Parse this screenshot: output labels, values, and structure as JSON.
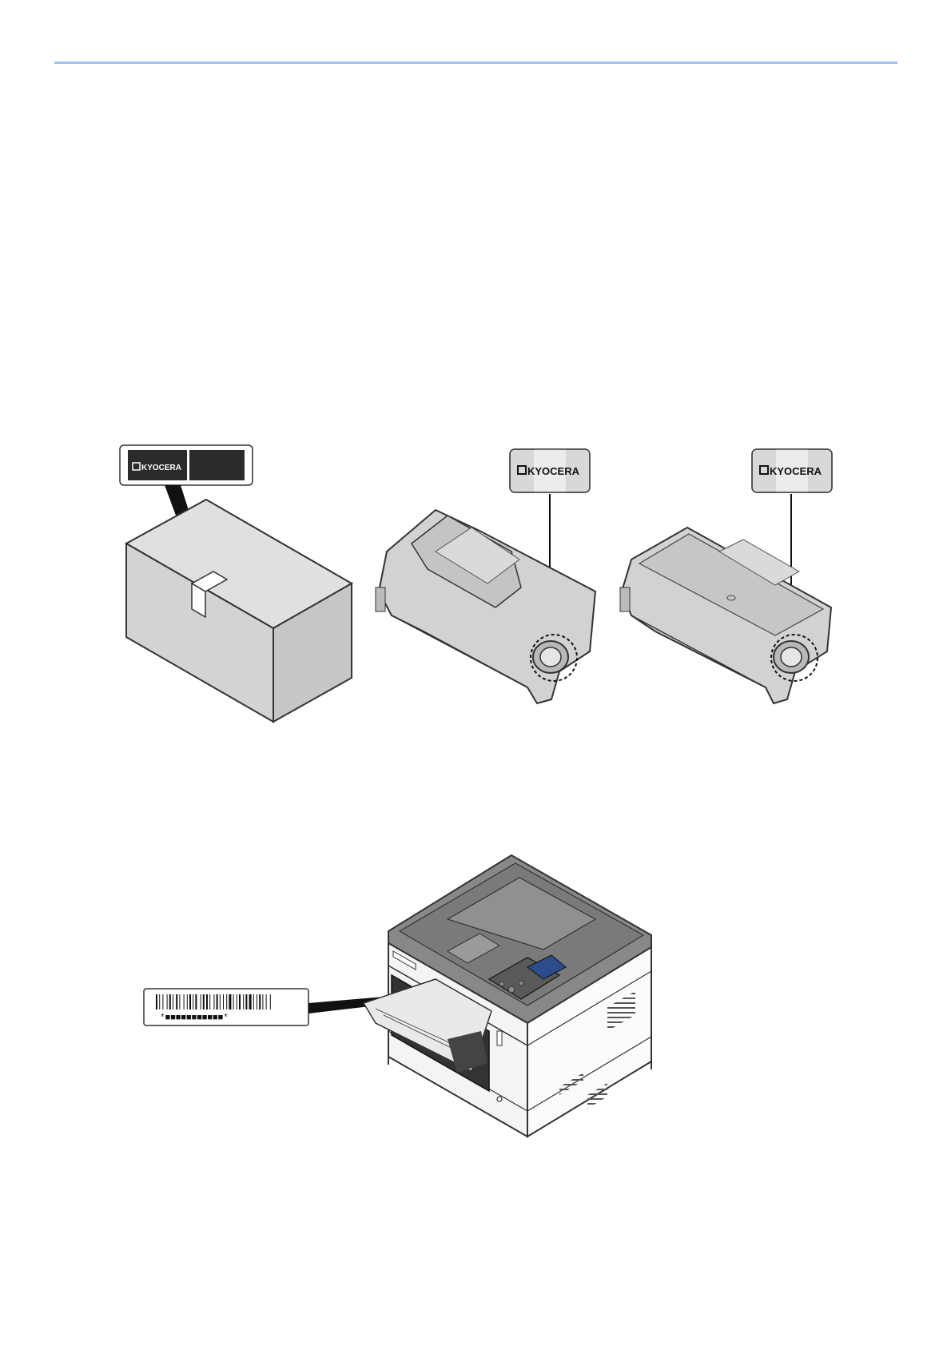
{
  "page": {
    "accent_color": "#9fc1ea"
  },
  "figures": {
    "toner_box": {
      "seal_logo_text": "KYOCERA"
    },
    "toner_cartridge_1": {
      "label_logo_text": "KYOCERA"
    },
    "toner_cartridge_2": {
      "label_logo_text": "KYOCERA"
    },
    "printer": {
      "barcode_text": "*■■■■■■■■■■■*"
    }
  }
}
